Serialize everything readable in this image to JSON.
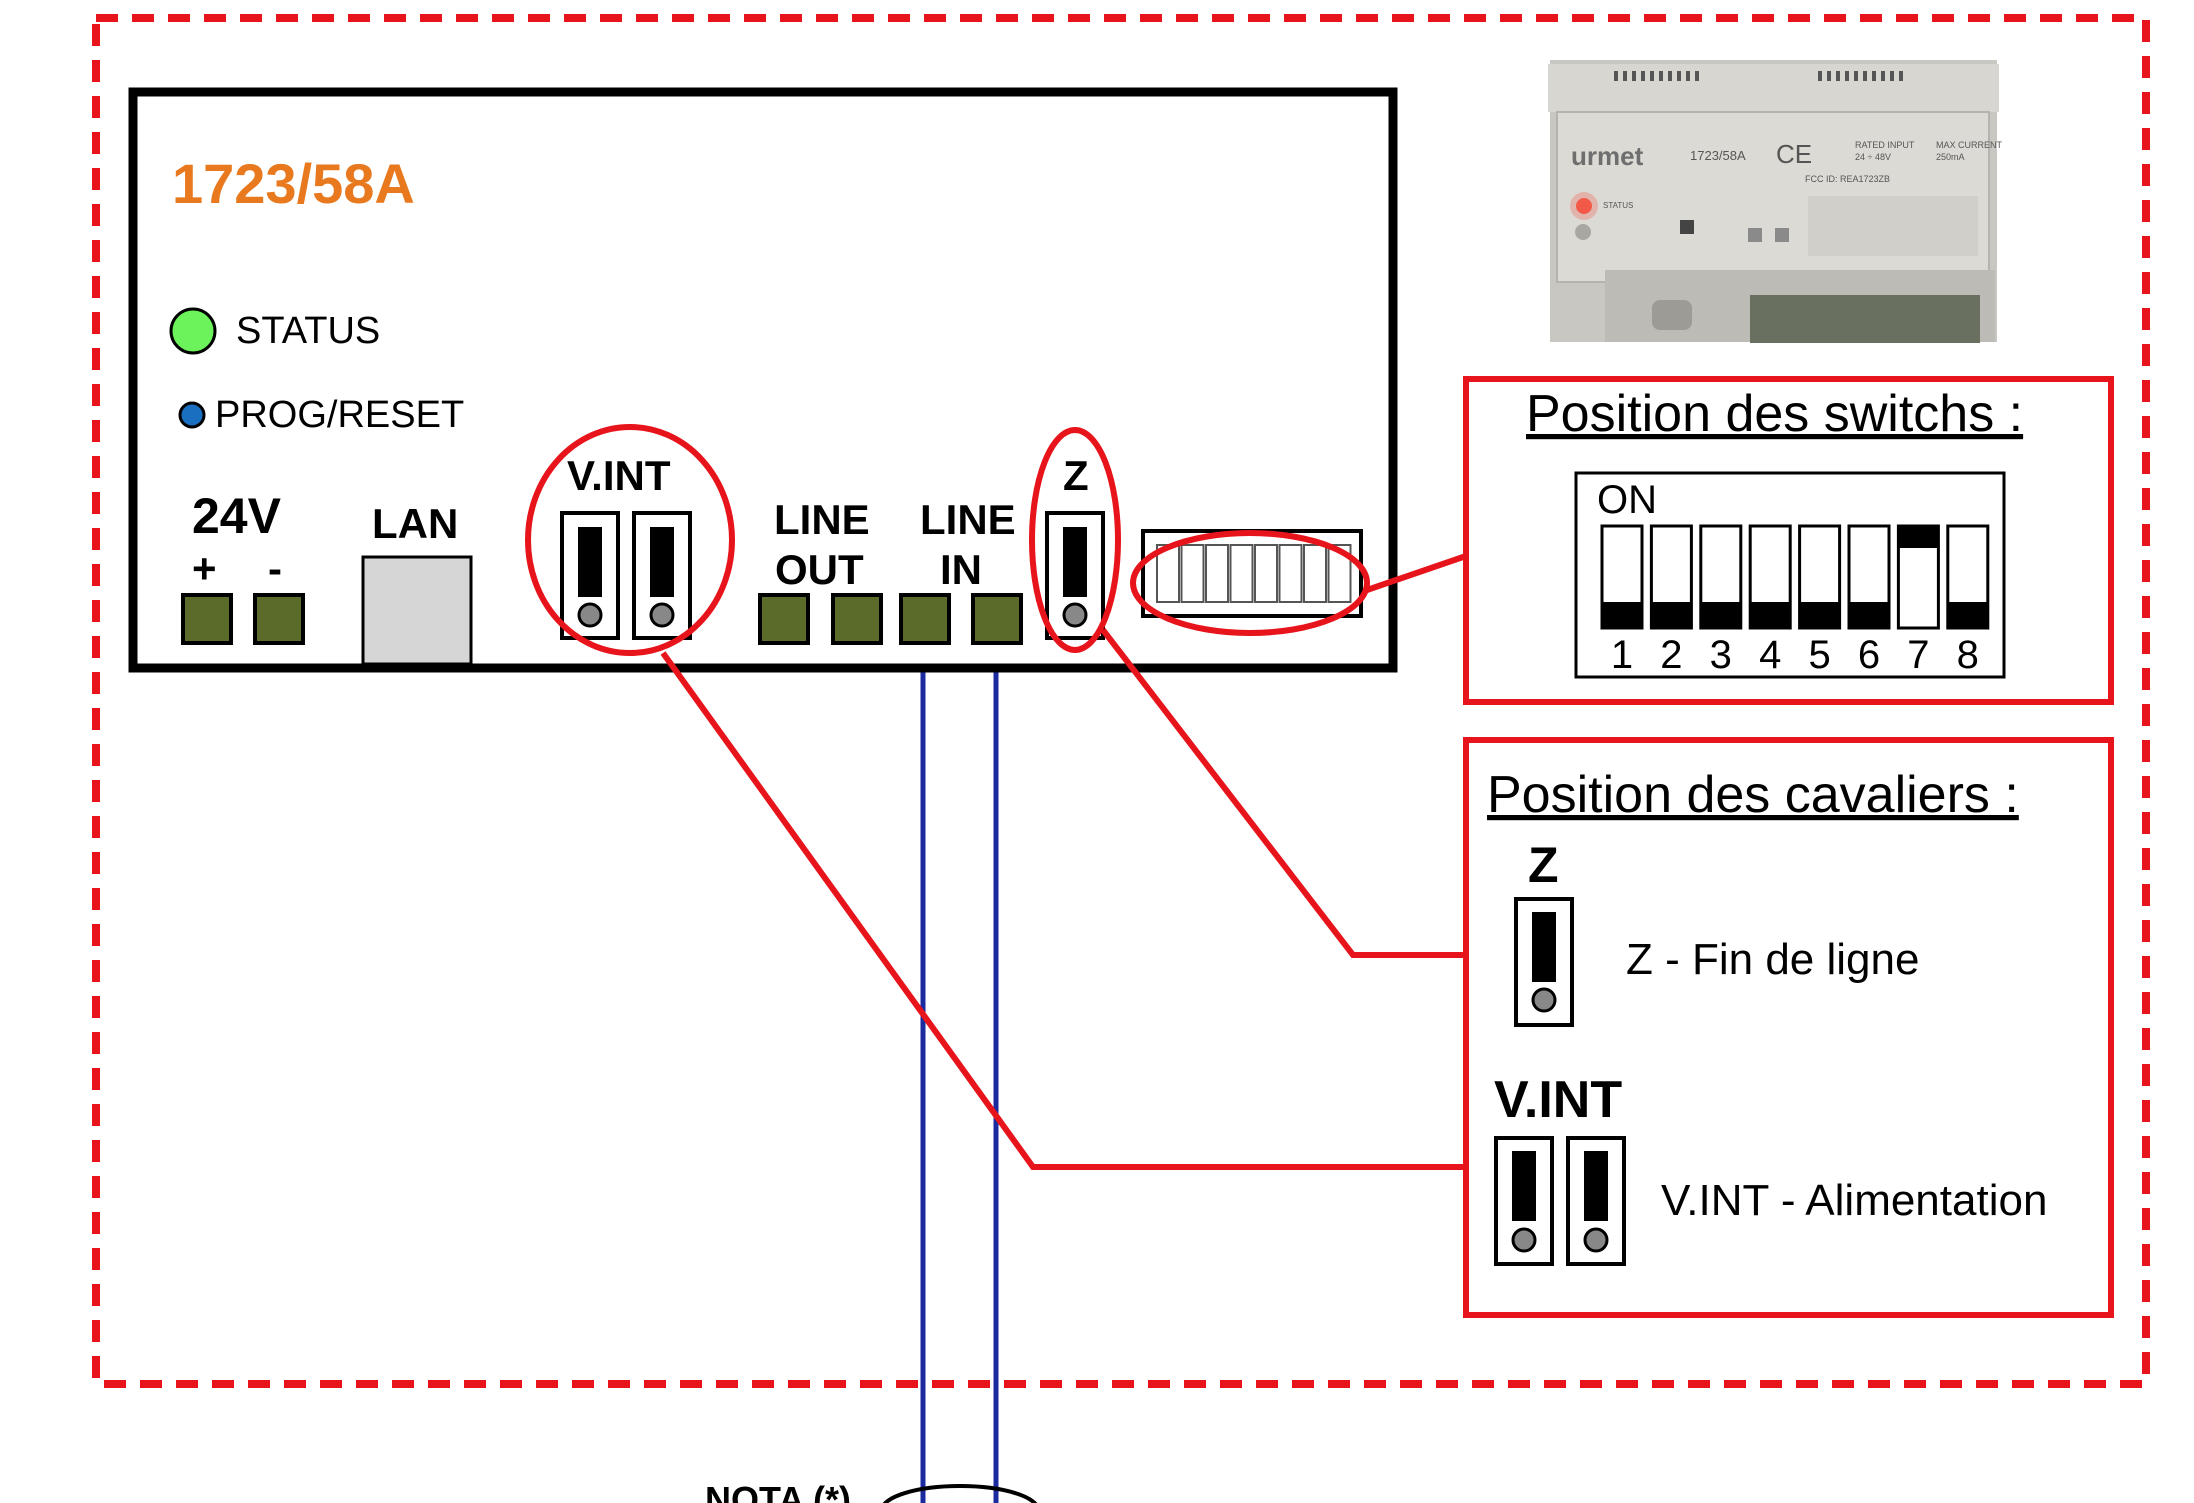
{
  "device": {
    "model": "1723/58A",
    "status_label": "STATUS",
    "prog_reset_label": "PROG/RESET",
    "power_label": "24V",
    "plus_label": "+",
    "minus_label": "-",
    "lan_label": "LAN",
    "vint_label": "V.INT",
    "line_out_label_1": "LINE",
    "line_out_label_2": "OUT",
    "line_in_label_1": "LINE",
    "line_in_label_2": "IN",
    "z_label": "Z"
  },
  "photo": {
    "brand": "urmet",
    "model": "1723/58A",
    "ce_mark": "CE",
    "status_led": "STATUS",
    "rated_input_label": "RATED INPUT",
    "rated_input_value": "24 ÷ 48V",
    "max_current_label": "MAX CURRENT",
    "max_current_value": "250mA",
    "fcc_id": "FCC ID: REA1723ZB"
  },
  "switch_panel": {
    "title": "Position des switchs :",
    "on_label": "ON",
    "switches": [
      {
        "number": "1",
        "on": false
      },
      {
        "number": "2",
        "on": false
      },
      {
        "number": "3",
        "on": false
      },
      {
        "number": "4",
        "on": false
      },
      {
        "number": "5",
        "on": false
      },
      {
        "number": "6",
        "on": false
      },
      {
        "number": "7",
        "on": true
      },
      {
        "number": "8",
        "on": false
      }
    ]
  },
  "jumper_panel": {
    "title": "Position des cavaliers :",
    "z_heading": "Z",
    "z_description": "Z - Fin de ligne",
    "vint_heading": "V.INT",
    "vint_description": "V.INT - Alimentation"
  },
  "bottom_note": {
    "label": "NOTA (*)"
  },
  "colors": {
    "dashed_border": "#e8141b",
    "callout_red": "#e8141b",
    "model_orange": "#e8791e",
    "status_green": "#6cf25a",
    "prog_blue": "#1a6fc0",
    "terminal_green": "#5a6b2a",
    "wire_blue": "#1c2aa0",
    "lan_gray": "#d6d6d6"
  }
}
